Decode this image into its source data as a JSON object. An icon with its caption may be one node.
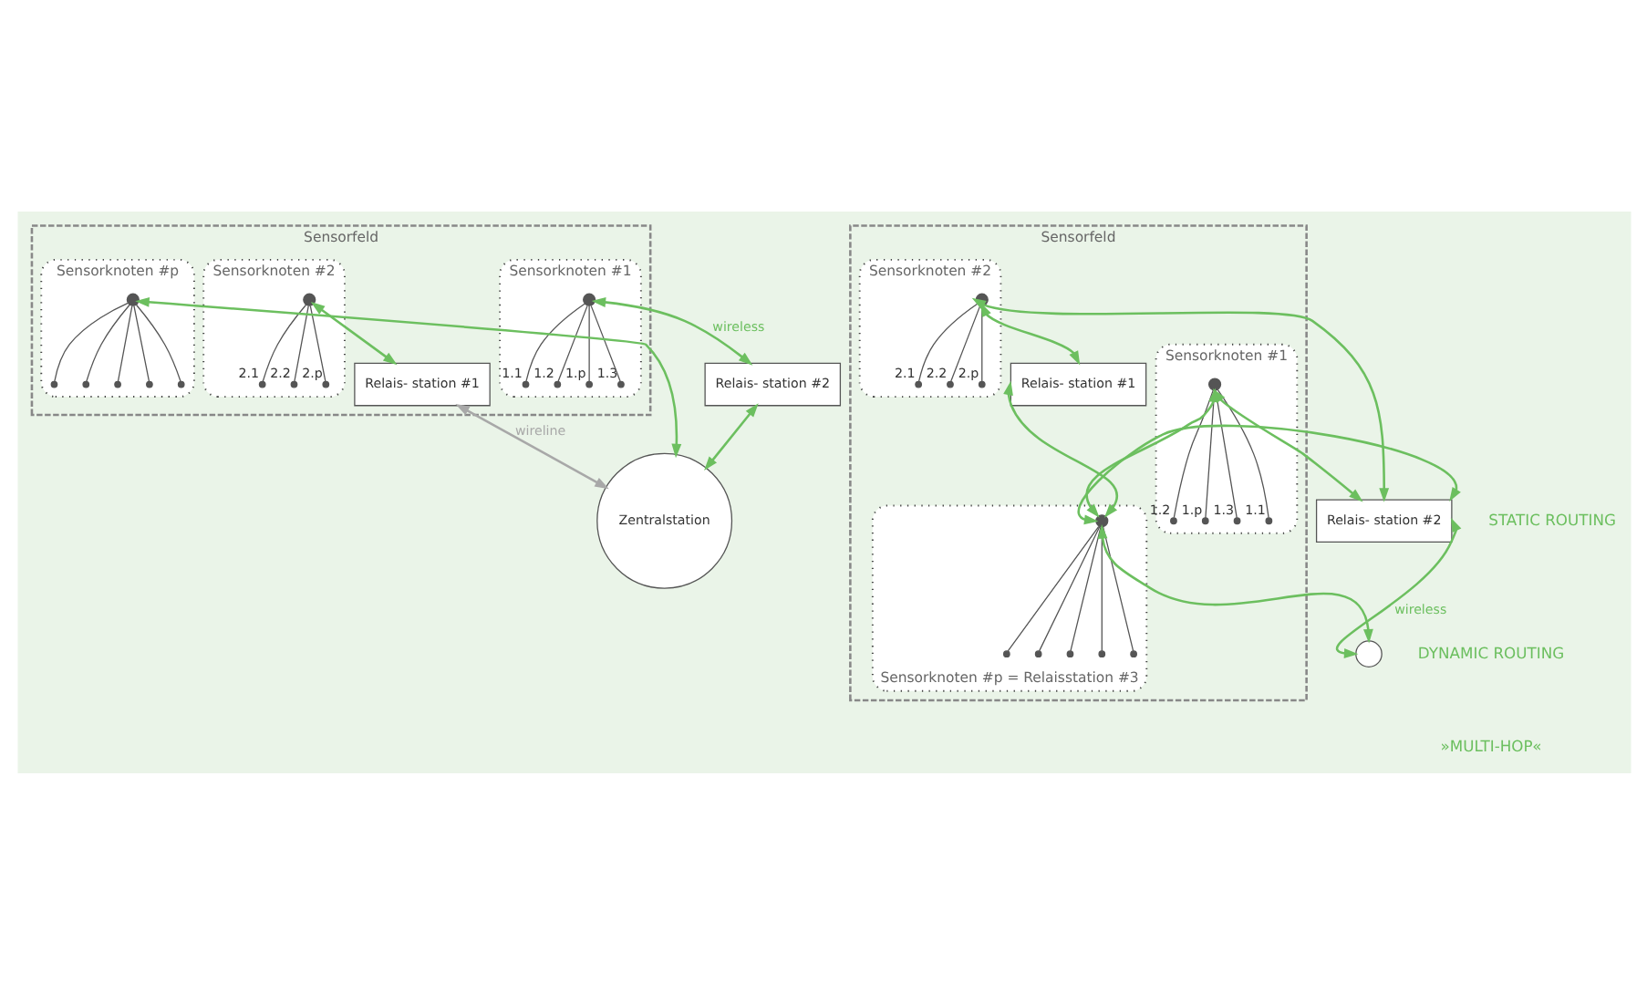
{
  "diagram": {
    "nodes": [
      {
        "text": [
          "Sensorfeld"
        ]
      },
      {
        "text": [
          "Sensorknoten #1"
        ],
        "in": 0
      },
      {
        "text": [],
        "shape": "circle",
        "in": 1
      },
      {
        "text": [
          "1.1"
        ],
        "in": 1
      },
      {
        "text": [
          "1.2"
        ],
        "in": 1
      },
      {
        "text": [
          "1.p"
        ],
        "in": 1
      },
      {
        "text": [
          "1.3"
        ],
        "in": 1
      },
      {
        "text": [
          "Sensorknoten #2"
        ],
        "in": 0
      },
      {
        "text": [],
        "shape": "circle",
        "in": 7
      },
      {
        "text": [
          "2.1"
        ],
        "in": 7
      },
      {
        "text": [
          "2.2"
        ],
        "in": 7
      },
      {
        "text": [
          "2.p"
        ],
        "in": 7
      },
      {
        "text": [
          "Sensorknoten #p"
        ],
        "in": 0
      },
      {
        "text": [],
        "shape": "circle",
        "in": 12
      },
      {
        "text": [],
        "shape": "circle",
        "in": 12
      },
      {
        "text": [],
        "shape": "circle",
        "in": 12
      },
      {
        "text": [],
        "shape": "circle",
        "in": 12
      },
      {
        "text": [],
        "shape": "circle",
        "in": 12
      },
      {
        "text": [],
        "shape": "circle",
        "in": 12
      },
      {
        "text": [
          "Relais- station #1"
        ],
        "in": 0
      },
      {
        "text": [
          "Relais- station #2"
        ]
      },
      {
        "text": [
          "Zentralstation"
        ]
      },
      {
        "text": [
          "Sensorfeld"
        ]
      },
      {
        "text": [
          "Sensorknoten #1"
        ],
        "in": 22
      },
      {
        "text": [],
        "shape": "circle",
        "in": 23
      },
      {
        "text": [
          "1.1"
        ],
        "in": 23
      },
      {
        "text": [
          "1.2"
        ],
        "in": 23
      },
      {
        "text": [
          "1.p"
        ],
        "in": 23
      },
      {
        "text": [
          "1.3"
        ],
        "in": 23
      },
      {
        "text": [
          "Sensorknoten #2"
        ],
        "in": 22
      },
      {
        "text": [],
        "shape": "circle",
        "in": 29
      },
      {
        "text": [
          "2.1"
        ],
        "in": 29
      },
      {
        "text": [
          "2.2"
        ],
        "in": 29
      },
      {
        "text": [
          "2.p"
        ],
        "in": 29
      },
      {
        "text": [
          "Sensorknoten #p = Relaisstation #3"
        ],
        "in": 22
      },
      {
        "text": [],
        "shape": "circle",
        "in": 34
      },
      {
        "text": [],
        "shape": "circle",
        "in": 34
      },
      {
        "text": [],
        "shape": "circle",
        "in": 34
      },
      {
        "text": [],
        "shape": "circle",
        "in": 34
      },
      {
        "text": [],
        "shape": "circle",
        "in": 34
      },
      {
        "text": [],
        "shape": "circle",
        "in": 34
      },
      {
        "text": [
          "Relais- station #1"
        ],
        "in": 22
      },
      {
        "text": [
          "Relais- station #2"
        ]
      },
      {
        "text": [],
        "shape": "circle"
      }
    ],
    "edges": [
      {
        "from": 2,
        "to": 3,
        "arrow": "none"
      },
      {
        "from": 2,
        "to": 4,
        "arrow": "none"
      },
      {
        "from": 2,
        "to": 5,
        "arrow": "none"
      },
      {
        "from": 2,
        "to": 6,
        "arrow": "none"
      },
      {
        "from": 8,
        "to": 9,
        "arrow": "none"
      },
      {
        "from": 8,
        "to": 10,
        "arrow": "none"
      },
      {
        "from": 8,
        "to": 11,
        "arrow": "none"
      },
      {
        "from": 13,
        "to": 14,
        "arrow": "none"
      },
      {
        "from": 13,
        "to": 15,
        "arrow": "none"
      },
      {
        "from": 13,
        "to": 16,
        "arrow": "none"
      },
      {
        "from": 13,
        "to": 17,
        "arrow": "none"
      },
      {
        "from": 13,
        "to": 18,
        "arrow": "none"
      },
      {
        "from": 2,
        "to": 20,
        "arrow": "both",
        "label": "wireless",
        "color": "#6cbf5f"
      },
      {
        "from": 8,
        "to": 19,
        "arrow": "both",
        "color": "#6cbf5f"
      },
      {
        "from": 13,
        "to": 21,
        "arrow": "both",
        "color": "#6cbf5f"
      },
      {
        "from": 20,
        "to": 21,
        "arrow": "both",
        "color": "#6cbf5f"
      },
      {
        "from": 19,
        "to": 21,
        "arrow": "both",
        "label": "wireline",
        "color": "#a8a8a8"
      },
      {
        "from": 24,
        "to": 25,
        "arrow": "none"
      },
      {
        "from": 24,
        "to": 26,
        "arrow": "none"
      },
      {
        "from": 24,
        "to": 27,
        "arrow": "none"
      },
      {
        "from": 24,
        "to": 28,
        "arrow": "none"
      },
      {
        "from": 30,
        "to": 31,
        "arrow": "none"
      },
      {
        "from": 30,
        "to": 32,
        "arrow": "none"
      },
      {
        "from": 30,
        "to": 33,
        "arrow": "none"
      },
      {
        "from": 35,
        "to": 36,
        "arrow": "none"
      },
      {
        "from": 35,
        "to": 37,
        "arrow": "none"
      },
      {
        "from": 35,
        "to": 38,
        "arrow": "none"
      },
      {
        "from": 35,
        "to": 39,
        "arrow": "none"
      },
      {
        "from": 35,
        "to": 40,
        "arrow": "none"
      },
      {
        "from": 24,
        "to": 42,
        "arrow": "both",
        "color": "#6cbf5f"
      },
      {
        "from": 24,
        "to": 35,
        "arrow": "both",
        "color": "#6cbf5f"
      },
      {
        "from": 30,
        "to": 42,
        "arrow": "both",
        "color": "#6cbf5f"
      },
      {
        "from": 30,
        "to": 41,
        "arrow": "both",
        "color": "#6cbf5f"
      },
      {
        "from": 41,
        "to": 35,
        "arrow": "both",
        "color": "#6cbf5f"
      },
      {
        "from": 42,
        "to": 35,
        "arrow": "both",
        "color": "#6cbf5f"
      },
      {
        "from": 35,
        "to": 43,
        "arrow": "both",
        "color": "#6cbf5f"
      },
      {
        "from": 42,
        "to": 43,
        "arrow": "both",
        "label": "wireless",
        "color": "#6cbf5f"
      }
    ],
    "labels": [
      "STATIC ROUTING",
      "DYNAMIC ROUTING",
      "»MULTI-HOP«"
    ]
  }
}
